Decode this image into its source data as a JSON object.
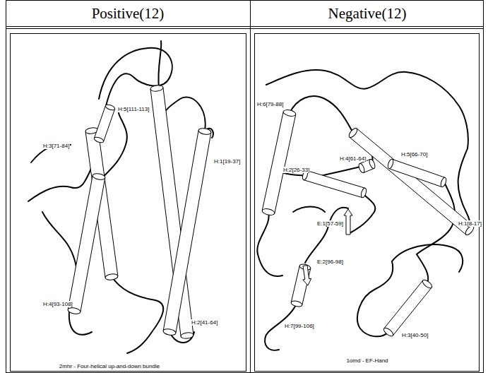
{
  "diagram": {
    "labels": [
      "Positive(12)",
      "Negative(12)",
      "H:3[71-84]",
      "H:5[111-113]",
      "H:1[19-37]",
      "H:4[93-108]",
      "H:2[41-64]",
      "2mhr - Four-helical up-and-down bundle",
      "H:6[79-88]",
      "H:4[61-64]",
      "H:5[66-70]",
      "H:1[8-17]",
      "H:2[26-33]",
      "E:2[96-98]",
      "E:1[57-59]",
      "H:7[99-106]",
      "H:3[40-50]",
      "1omd - EF-Hand"
    ]
  }
}
